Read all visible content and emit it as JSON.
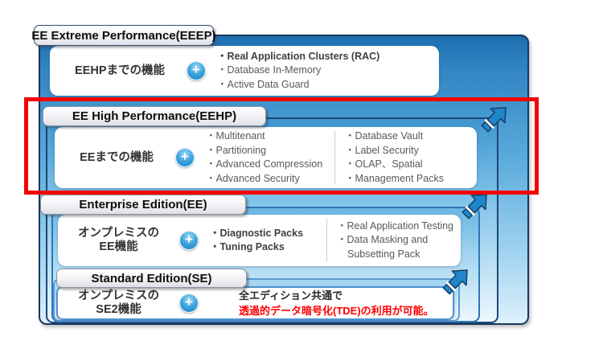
{
  "colors": {
    "highlight_border": "#f40000",
    "arrow_fill": "#1f87c9",
    "arrow_outline": "#16375e",
    "plus_fill": "#0e7fc4",
    "note_red": "#fe0000"
  },
  "icons": {
    "plus": "+"
  },
  "sections": {
    "eeep": {
      "title": "EE Extreme Performance(EEEP)",
      "label": "EEHPまでの機能",
      "items": [
        "・Real Application Clusters (RAC)",
        "・Database In-Memory",
        "・Active Data Guard"
      ]
    },
    "eehp": {
      "title": "EE High Performance(EEHP)",
      "label": "EEまでの機能",
      "items_left": [
        "・Multitenant",
        "・Partitioning",
        "・Advanced Compression",
        "・Advanced Security"
      ],
      "items_right": [
        "・Database Vault",
        "・Label Security",
        "・OLAP、Spatial",
        "・Management Packs"
      ]
    },
    "ee": {
      "title": "Enterprise Edition(EE)",
      "label_line1": "オンプレミスの",
      "label_line2": "EE機能",
      "items_left": [
        "・Diagnostic Packs",
        "・Tuning Packs"
      ],
      "items_right": [
        "・Real Application Testing",
        "・Data Masking and Subsetting Pack"
      ]
    },
    "se": {
      "title": "Standard Edition(SE)",
      "label_line1": "オンプレミスの",
      "label_line2": "SE2機能",
      "note_black": "全エディション共通で",
      "note_red": "透過的データ暗号化(TDE)の利用が可能。"
    }
  }
}
